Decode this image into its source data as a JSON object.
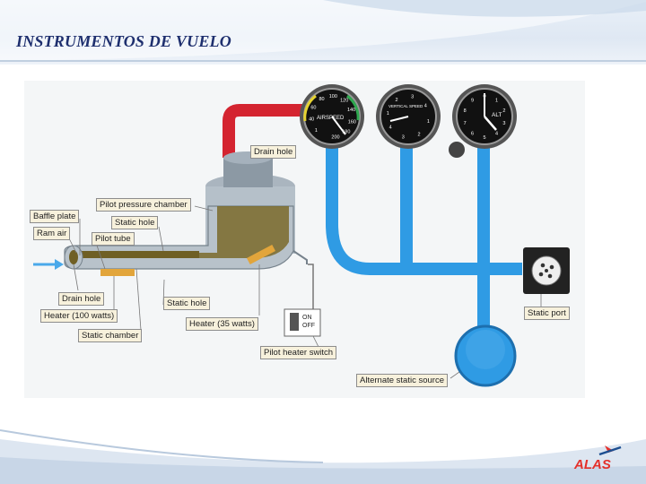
{
  "slide": {
    "title": "INSTRUMENTOS DE VUELO"
  },
  "logo": {
    "text": "ALAS"
  },
  "diagram": {
    "labels": {
      "drain_hole_top": "Drain hole",
      "pilot_pressure_chamber": "Pilot pressure chamber",
      "baffle_plate": "Baffle plate",
      "static_hole_top": "Static hole",
      "ram_air": "Ram air",
      "pilot_tube": "Pilot tube",
      "drain_hole_bottom": "Drain hole",
      "static_hole_bottom": "Static hole",
      "heater_100": "Heater (100 watts)",
      "heater_35": "Heater (35 watts)",
      "static_chamber": "Static chamber",
      "pilot_heater_switch": "Pilot heater switch",
      "static_port": "Static port",
      "alternate_static_source": "Alternate static source"
    },
    "switch": {
      "on": "ON",
      "off": "OFF"
    },
    "gauges": {
      "airspeed": {
        "caption": "AIRSPEED",
        "ticks": [
          "1",
          "40",
          "60",
          "80",
          "100",
          "120",
          "140",
          "160",
          "180",
          "200"
        ]
      },
      "vertical_speed": {
        "caption": "VERTICAL SPEED",
        "ticks": [
          "1",
          "2",
          "3",
          "4",
          "1",
          "2",
          "3",
          "4"
        ]
      },
      "altimeter": {
        "caption": "ALT",
        "ticks": [
          "0",
          "1",
          "2",
          "3",
          "4",
          "5",
          "6",
          "7",
          "8",
          "9"
        ]
      }
    },
    "colors": {
      "pitot_line": "#d42430",
      "static_line": "#2f9be4",
      "chamber": "#c9d2da",
      "pressure_fill": "#7a6a2a"
    }
  }
}
